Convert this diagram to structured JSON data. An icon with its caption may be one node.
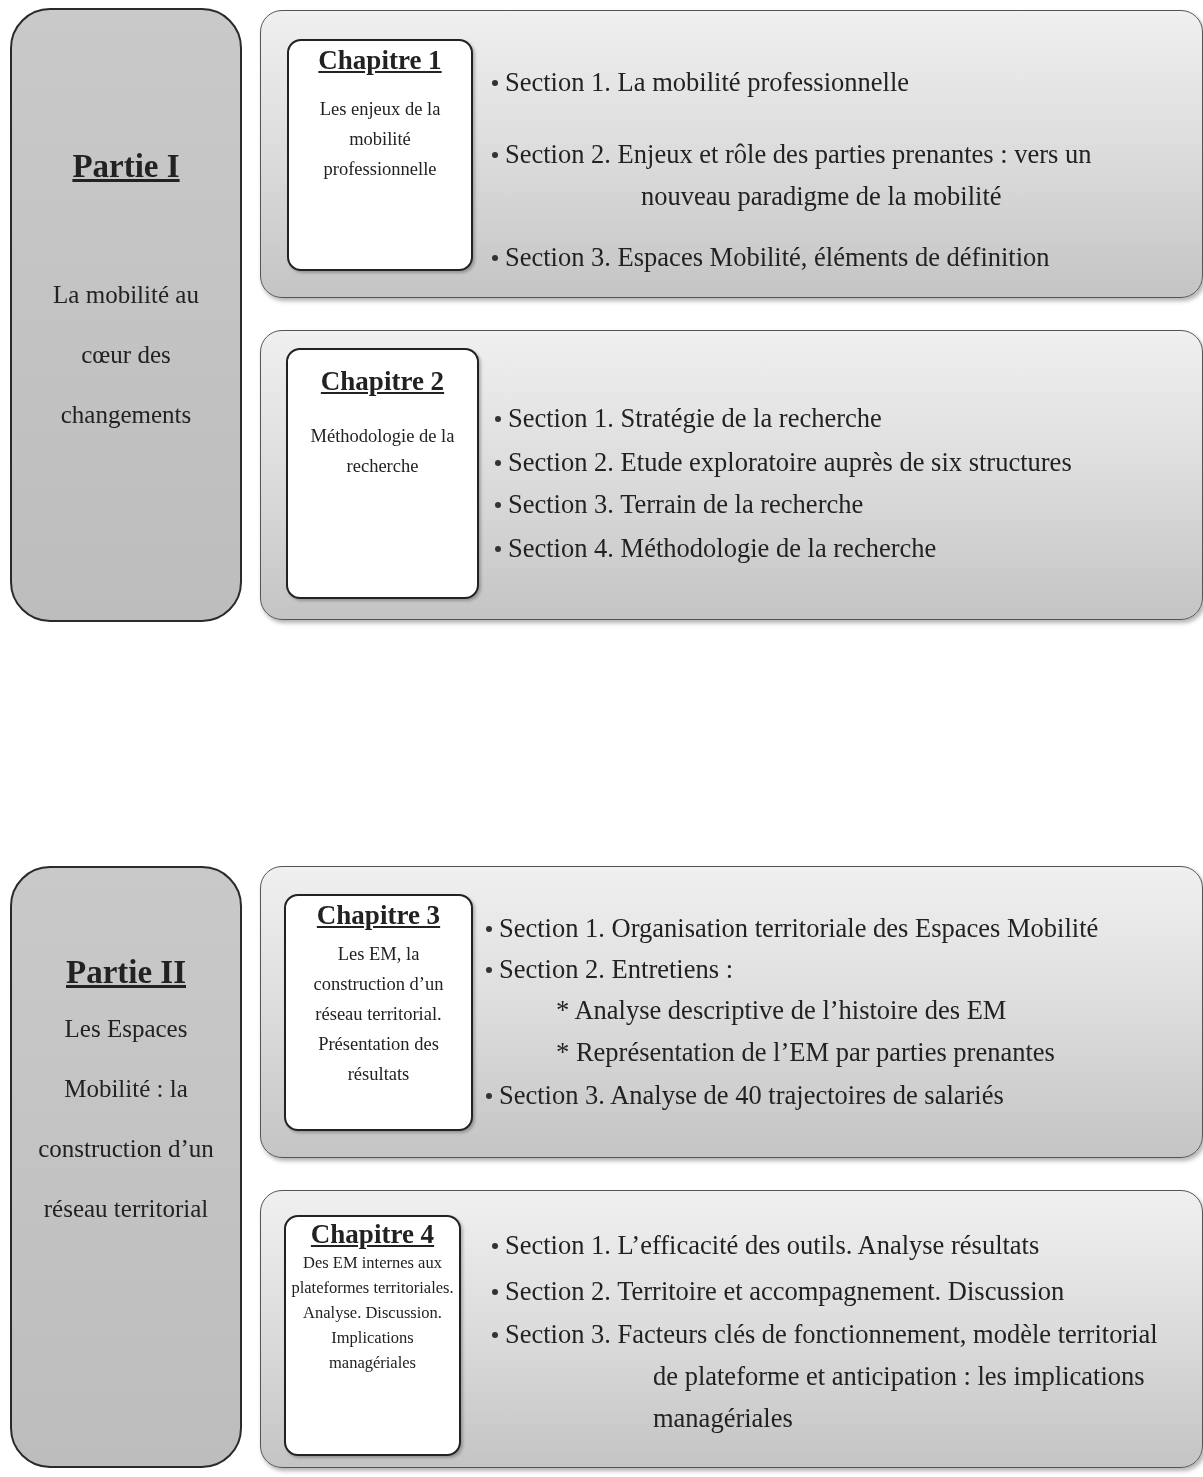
{
  "diagram": {
    "nodes": [
      {
        "text": [
          "Partie I",
          "La mobilité au cœur des changements"
        ]
      },
      {
        "text": [
          "Section 1. La mobilité professionnelle",
          "Section 2. Enjeux et rôle des parties prenantes : vers un nouveau paradigme de la mobilité",
          "Section 3. Espaces Mobilité, éléments de définition"
        ]
      },
      {
        "text": [
          "Chapitre 1",
          "Les enjeux de la mobilité professionnelle"
        ],
        "in": 1
      },
      {
        "text": [
          "Section 1. Stratégie de la recherche",
          "Section 2. Etude exploratoire auprès de six structures",
          "Section 3. Terrain de la recherche",
          "Section 4. Méthodologie de la recherche"
        ]
      },
      {
        "text": [
          "Chapitre 2",
          "Méthodologie de la recherche"
        ],
        "in": 3
      },
      {
        "text": [
          "Partie II",
          "Les Espaces Mobilité : la construction d’un réseau territorial"
        ]
      },
      {
        "text": [
          "Section 1. Organisation territoriale des Espaces Mobilité",
          "Section 2. Entretiens :",
          "* Analyse descriptive de l’histoire des EM",
          "* Représentation de l’EM par parties prenantes",
          "Section 3. Analyse de 40 trajectoires de salariés"
        ]
      },
      {
        "text": [
          "Chapitre 3",
          "Les EM, la construction d’un réseau territorial. Présentation des résultats"
        ],
        "in": 6
      },
      {
        "text": [
          "Section 1. L’efficacité des outils. Analyse résultats",
          "Section 2. Territoire et accompagnement. Discussion",
          "Section 3. Facteurs clés de fonctionnement, modèle territorial de plateforme et anticipation : les implications managériales"
        ]
      },
      {
        "text": [
          "Chapitre 4",
          "Des EM internes aux plateformes territoriales. Analyse. Discussion. Implications managériales"
        ],
        "in": 8
      }
    ]
  }
}
